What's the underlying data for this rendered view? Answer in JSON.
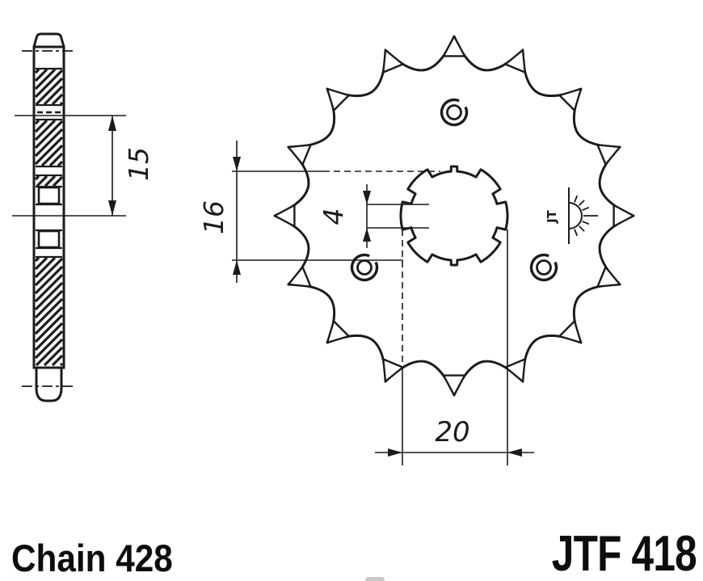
{
  "drawing": {
    "caption_left": "Chain 428",
    "caption_right": "JTF 418",
    "dimensions": {
      "side_thickness": "15",
      "bore_minor_diameter": "16",
      "spline_groove_width": "4",
      "bore_major_diameter": "20"
    },
    "logo_mark": "JT",
    "figure": {
      "teeth": 16,
      "spline_tabs": 6,
      "lightening_holes": 3,
      "line_color": "#1b1b1b",
      "background": "#ffffff"
    }
  }
}
